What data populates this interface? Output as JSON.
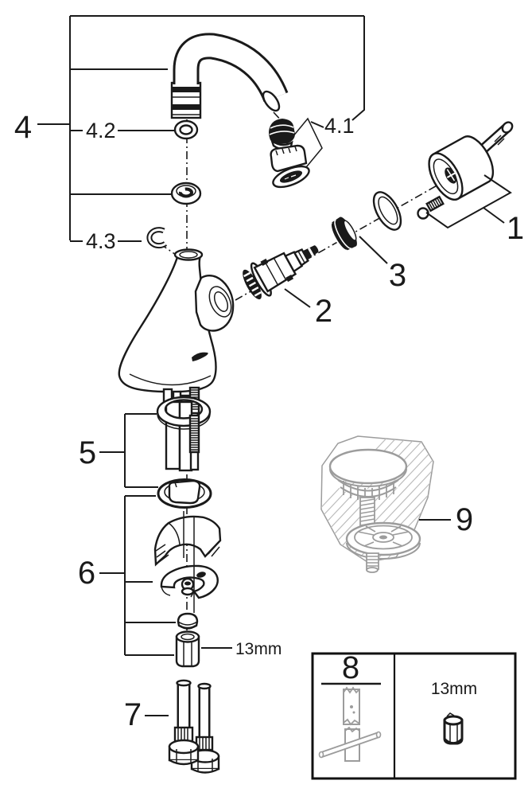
{
  "diagram": {
    "type": "exploded-parts-diagram",
    "subject": "single-lever-basin-faucet-spare-parts",
    "colors": {
      "line": "#1a1a1a",
      "muted": "#9c9c9c",
      "hatch": "#c0c0c0",
      "background": "#ffffff"
    },
    "callouts": {
      "part1": "1",
      "part2": "2",
      "part3": "3",
      "part4": "4",
      "part4_1": "4.1",
      "part4_2": "4.2",
      "part4_3": "4.3",
      "part5": "5",
      "part6": "6",
      "part7": "7",
      "part9": "9"
    },
    "annotations": {
      "nut_wrench_size": "13mm"
    },
    "tool_box": {
      "number": "8",
      "socket_size": "13mm"
    },
    "parts_legend": {
      "1": "handle-assembly",
      "2": "cartridge",
      "3": "cartridge-retaining-collar",
      "4": "spout-assembly",
      "4.1": "aerator-with-key",
      "4.2": "o-ring",
      "4.3": "retaining-clip",
      "5": "escutcheon-mounting-set",
      "6": "fixing-set-with-nut",
      "7": "flexible-supply-hoses",
      "8": "socket-wrench-tool",
      "9": "pop-up-drain-plug"
    }
  }
}
